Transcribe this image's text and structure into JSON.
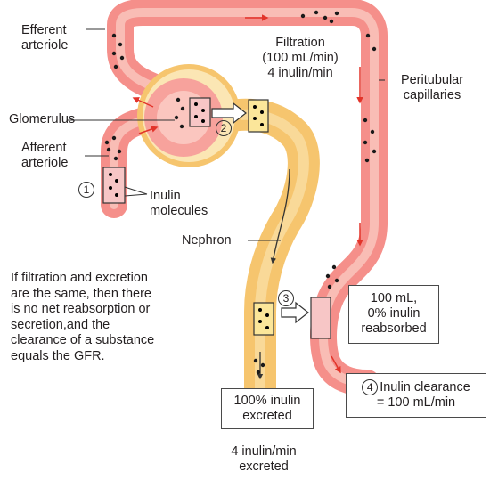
{
  "labels": {
    "efferent_line1": "Efferent",
    "efferent_line2": "arteriole",
    "glomerulus": "Glomerulus",
    "afferent_line1": "Afferent",
    "afferent_line2": "arteriole",
    "inulin_line1": "Inulin",
    "inulin_line2": "molecules",
    "filtration_line1": "Filtration",
    "filtration_line2": "(100 mL/min)",
    "filtration_line3": "4 inulin/min",
    "peritubular_line1": "Peritubular",
    "peritubular_line2": "capillaries",
    "nephron": "Nephron",
    "excreted_line1": "4 inulin/min",
    "excreted_line2": "excreted"
  },
  "steps": {
    "one": "1",
    "two": "2",
    "three": "3",
    "four": "4"
  },
  "note": {
    "line1": "If filtration and excretion",
    "line2": "are the same, then there",
    "line3": "is no net reabsorption or",
    "line4": "secretion,and the",
    "line5": "clearance of a substance",
    "line6": "equals the GFR."
  },
  "boxes": {
    "reabsorbed_line1": "100 mL,",
    "reabsorbed_line2": "0% inulin",
    "reabsorbed_line3": "reabsorbed",
    "excreted_box_line1": "100% inulin",
    "excreted_box_line2": "excreted",
    "clearance_line1": "Inulin clearance",
    "clearance_line2": "= 100 mL/min"
  },
  "colors": {
    "vessel": "#f58f8a",
    "vessel_light": "#fbd0c8",
    "vessel_arrow": "#e2342a",
    "tubule": "#f6c56e",
    "tubule_light": "#fbe6b4",
    "sample_red": "#f7c6c6",
    "sample_yellow": "#fbe69a"
  }
}
